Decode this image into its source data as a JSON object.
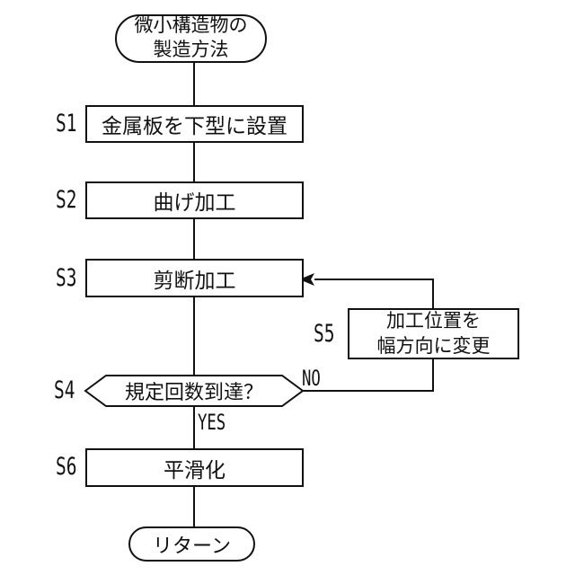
{
  "flowchart": {
    "start_label": "微小構造物の\n製造方法",
    "end_label": "リターン",
    "no_label": "NO",
    "yes_label": "YES",
    "steps": {
      "s1": {
        "id": "S1",
        "label": "金属板を下型に設置"
      },
      "s2": {
        "id": "S2",
        "label": "曲げ加工"
      },
      "s3": {
        "id": "S3",
        "label": "剪断加工"
      },
      "s4": {
        "id": "S4",
        "label": "規定回数到達？"
      },
      "s5": {
        "id": "S5",
        "label": "加工位置を\n幅方向に変更"
      },
      "s6": {
        "id": "S6",
        "label": "平滑化"
      }
    },
    "colors": {
      "ink": "#111111",
      "background": "#ffffff"
    }
  }
}
